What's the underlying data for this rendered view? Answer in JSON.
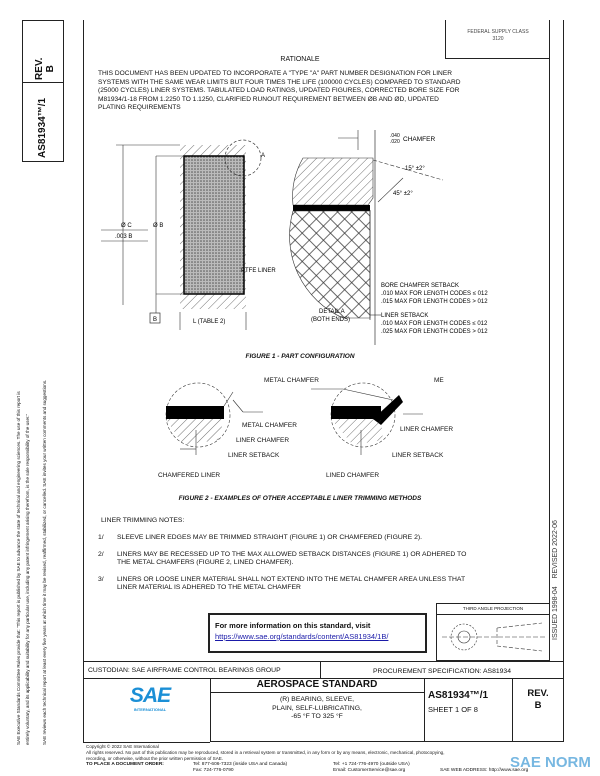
{
  "side_block": {
    "rev_label": "REV.",
    "rev_value": "B",
    "doc_number": "AS81934™/1"
  },
  "side_notice": [
    "SAE Executive Standards Committee Rules provide that: \"This report is published by SAE to advance the state of technical and engineering sciences. The use of this report is",
    "entirely voluntary, and its applicability and suitability for any particular use, including any patent infringement arising therefrom, is the sole responsibility of the user.\"",
    "SAE reviews each technical report at least every five years at which time it may be revised, reaffirmed, stabilized, or cancelled. SAE invites your written comments and suggestions."
  ],
  "fsc": {
    "line1": "FEDERAL SUPPLY CLASS",
    "line2": "3120"
  },
  "rationale": {
    "title": "RATIONALE",
    "lines": [
      "THIS DOCUMENT HAS BEEN UPDATED TO INCORPORATE A \"TYPE \"A\" PART NUMBER DESIGNATION FOR LINER",
      "SYSTEMS WITH THE SAME WEAR LIMITS BUT FOUR TIMES THE LIFE (100000 CYCLES) COMPARED TO STANDARD",
      "(25000 CYCLES) LINER SYSTEMS. TABULATED LOAD RATINGS, UPDATED FIGURES, CORRECTED BORE SIZE FOR",
      "M81934/1-18 FROM 1.2250 TO 1.1250, CLARIFIED RUNOUT REQUIREMENT BETWEEN ØB AND ØD, UPDATED",
      "PLATING REQUIREMENTS"
    ]
  },
  "figure1": {
    "caption": "FIGURE 1 - PART CONFIGURATION",
    "dia_c": "Ø C",
    "dia_b": "Ø B",
    "runout": ".003  B",
    "datum": "B",
    "length": "L (TABLE 2)",
    "detail_ref": "A",
    "ptfe": "PTFE LINER",
    "detail_label": "DETAIL A",
    "detail_sub": "(BOTH ENDS)",
    "chamfer_top": ".040",
    "chamfer_bot": ".020",
    "chamfer_label": "CHAMFER",
    "angle1": "15° ±2°",
    "angle2": "45° ±2°",
    "bore_setback": [
      "BORE CHAMFER SETBACK",
      "․010 MAX FOR LENGTH CODES ≤ 012",
      ".015 MAX FOR LENGTH CODES > 012"
    ],
    "liner_setback": [
      "LINER SETBACK",
      ".010 MAX FOR LENGTH CODES ≤ 012",
      ".025 MAX FOR LENGTH CODES > 012"
    ]
  },
  "figure2": {
    "caption": "FIGURE 2 - EXAMPLES OF OTHER ACCEPTABLE LINER TRIMMING METHODS",
    "left": {
      "metal": "METAL CHAMFER",
      "liner": "LINER CHAMFER",
      "setback": "LINER SETBACK",
      "title": "CHAMFERED LINER"
    },
    "right": {
      "metal": "METAL CHAMFER",
      "me": "ME",
      "liner": "LINER CHAMFER",
      "setback": "LINER SETBACK",
      "title": "LINED CHAMFER"
    }
  },
  "notes": {
    "title": "LINER TRIMMING NOTES:",
    "items": [
      {
        "num": "1/",
        "lines": [
          "SLEEVE LINER EDGES MAY BE TRIMMED STRAIGHT (FIGURE 1) OR CHAMFERED (FIGURE 2)."
        ]
      },
      {
        "num": "2/",
        "lines": [
          "LINERS MAY BE RECESSED UP TO THE MAX ALLOWED SETBACK DISTANCES (FIGURE 1) OR ADHERED TO",
          "THE METAL CHAMFERS (FIGURE 2, LINED CHAMFER)."
        ]
      },
      {
        "num": "3/",
        "lines": [
          "LINERS OR LOOSE LINER MATERIAL SHALL NOT EXTEND INTO THE METAL CHAMFER AREA UNLESS THAT",
          "LINER MATERIAL IS ADHERED TO THE METAL CHAMFER"
        ]
      }
    ]
  },
  "info_box": {
    "text": "For more information on this standard, visit",
    "link": "https://www.sae.org/standards/content/AS81934/1B/"
  },
  "projection": {
    "label": "THIRD ANGLE PROJECTION"
  },
  "issued": {
    "issued": "ISSUED 1998-04",
    "revised": "REVISED 2022-06"
  },
  "title_block": {
    "custodian": "CUSTODIAN: SAE AIRFRAME CONTROL BEARINGS GROUP",
    "procurement": "PROCUREMENT SPECIFICATION: AS81934",
    "logo": "SAE",
    "logo_sub": "INTERNATIONAL",
    "heading": "AEROSPACE STANDARD",
    "desc": [
      "(R) BEARING, SLEEVE,",
      "PLAIN, SELF-LUBRICATING,",
      "-65 °F TO 325 °F"
    ],
    "doc_number": "AS81934™/1",
    "sheet": "SHEET 1 OF 8",
    "rev_label": "REV.",
    "rev_value": "B"
  },
  "footer": {
    "copyright": "Copyright © 2022 SAE International",
    "rights": "All rights reserved. No part of this publication may be reproduced, stored in a retrieval system or transmitted, in any form or by any means, electronic, mechanical, photocopying,",
    "rights2": "recording, or otherwise, without the prior written permission of SAE.",
    "order": "TO PLACE A DOCUMENT ORDER:",
    "tel1": "Tel: 877-606-7323 (inside USA and Canada)",
    "fax": "Fax: 724-776-0790",
    "tel2": "Tel: +1 724-776-4970 (outside USA)",
    "email": "Email: CustomerService@sae.org",
    "web": "SAE WEB ADDRESS: http://www.sae.org",
    "watermark": "SAE NORM"
  }
}
